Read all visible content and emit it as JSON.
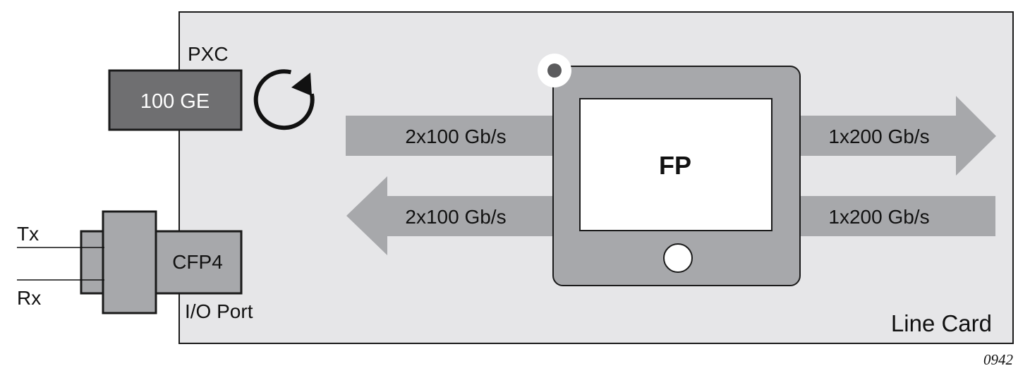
{
  "diagram": {
    "line_card_label": "Line Card",
    "pxc_label": "PXC",
    "pxc_box_label": "100 GE",
    "cfp_label": "CFP4",
    "io_port_label": "I/O Port",
    "tx_label": "Tx",
    "rx_label": "Rx",
    "fp_label": "FP",
    "arrows": {
      "in_top_left": "2x100 Gb/s",
      "out_bottom_left": "2x100 Gb/s",
      "out_top_right": "1x200 Gb/s",
      "in_bottom_right": "1x200 Gb/s"
    },
    "figure_id": "0942"
  },
  "colors": {
    "card_bg": "#e6e6e8",
    "arrow_fill": "#a7a8ab",
    "pxc_fill": "#6f6f71",
    "fp_body": "#a7a8ab",
    "fp_screen": "#ffffff",
    "outline": "#1a1a1a"
  }
}
